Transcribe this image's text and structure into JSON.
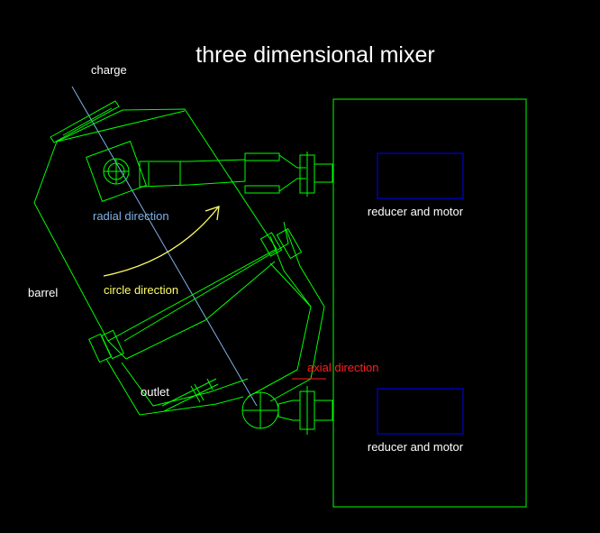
{
  "title": "three dimensional mixer",
  "labels": {
    "charge": "charge",
    "radial": "radial direction",
    "circle": "circle direction",
    "barrel": "barrel",
    "outlet": "outlet",
    "axial": "axial direction",
    "motor_top": "reducer and motor",
    "motor_bottom": "reducer and motor"
  },
  "colors": {
    "background": "#000000",
    "outline": "#00ff00",
    "text": "#ffffff",
    "radial": "#7fb2e5",
    "circle": "#ffff66",
    "axial": "#ff2020",
    "motor_box": "#0000ff"
  }
}
